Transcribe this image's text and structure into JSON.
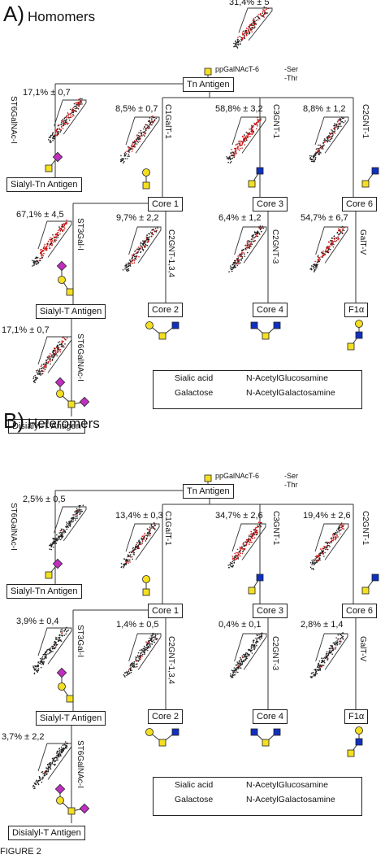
{
  "legend": {
    "sialic": "Sialic acid",
    "galactose": "Galactose",
    "glcnac": "N-AcetylGlucosamine",
    "galnac": "N-AcetylGalactosamine"
  },
  "colors": {
    "sialic": "#c030c0",
    "gal": "#f4e020",
    "glcnac": "#1030c0",
    "galnac": "#f4e020",
    "dots": "#d01010"
  },
  "caption": "FIGURE 2",
  "panels": [
    {
      "letter": "A)",
      "title": "Homomers",
      "top_pct": "31,4% ± 5",
      "init": {
        "enzyme": "ppGalNAcT-6",
        "ser": "-Ser",
        "thr": "-Thr"
      },
      "tn": "Tn Antigen",
      "sialyl_tn": {
        "pct": "17,1% ± 0,7",
        "enzyme": "ST6GalNAc-I",
        "label": "Sialyl-Tn Antigen"
      },
      "c1galt": {
        "pct": "8,5% ± 0,7",
        "enzyme": "C1GalT-1"
      },
      "c3gnt": {
        "pct": "58,8% ± 3,2",
        "enzyme": "C3GNT-1"
      },
      "c2gnt": {
        "pct": "8,8% ± 1,2",
        "enzyme": "C2GNT-1"
      },
      "core1": "Core 1",
      "core3": "Core 3",
      "core6": "Core 6",
      "st3": {
        "pct": "67,1% ± 4,5",
        "enzyme": "ST3Gal-I",
        "label": "Sialyl-T Antigen"
      },
      "c2gnt134": {
        "pct": "9,7% ± 2,2",
        "enzyme": "C2GNT-1,3,4",
        "label": "Core 2"
      },
      "c2gnt3": {
        "pct": "6,4% ± 1,2",
        "enzyme": "C2GNT-3",
        "label": "Core 4"
      },
      "galtv": {
        "pct": "54,7% ± 6,7",
        "enzyme": "GalT-V",
        "label": "F1α"
      },
      "disialyl": {
        "pct": "17,1% ± 0,7",
        "enzyme": "ST6GalNAc-I",
        "label": "Disialyl-T Antigen"
      },
      "densities": {
        "top": 0.55,
        "stn": 0.5,
        "c1": 0.35,
        "c3": 0.8,
        "c2": 0.3,
        "st3": 0.85,
        "c2a": 0.25,
        "c2b": 0.3,
        "galtv": 0.6,
        "dis": 0.45
      }
    },
    {
      "letter": "B)",
      "title": "Heteromers",
      "top_pct": "",
      "init": {
        "enzyme": "ppGalNAcT-6",
        "ser": "-Ser",
        "thr": "-Thr"
      },
      "tn": "Tn Antigen",
      "sialyl_tn": {
        "pct": "2,5% ± 0,5",
        "enzyme": "ST6GalNAc-I",
        "label": "Sialyl-Tn Antigen"
      },
      "c1galt": {
        "pct": "13,4% ± 0,3",
        "enzyme": "C1GalT-1"
      },
      "c3gnt": {
        "pct": "34,7% ± 2,6",
        "enzyme": "C3GNT-1"
      },
      "c2gnt": {
        "pct": "19,4% ± 2,6",
        "enzyme": "C2GNT-1"
      },
      "core1": "Core 1",
      "core3": "Core 3",
      "core6": "Core 6",
      "st3": {
        "pct": "3,9% ± 0,4",
        "enzyme": "ST3Gal-I",
        "label": "Sialyl-T Antigen"
      },
      "c2gnt134": {
        "pct": "1,4% ± 0,5",
        "enzyme": "C2GNT-1,3,4",
        "label": "Core 2"
      },
      "c2gnt3": {
        "pct": "0,4% ± 0,1",
        "enzyme": "C2GNT-3",
        "label": "Core 4"
      },
      "galtv": {
        "pct": "2,8% ± 1,4",
        "enzyme": "GalT-V",
        "label": "F1α"
      },
      "disialyl": {
        "pct": "3,7% ± 2,2",
        "enzyme": "ST6GalNAc-I",
        "label": "Disialyl-T Antigen"
      },
      "densities": {
        "top": 0,
        "stn": 0.05,
        "c1": 0.25,
        "c3": 0.6,
        "c2": 0.4,
        "st3": 0.02,
        "c2a": 0.05,
        "c2b": 0.01,
        "galtv": 0.05,
        "dis": 0.04
      }
    }
  ]
}
